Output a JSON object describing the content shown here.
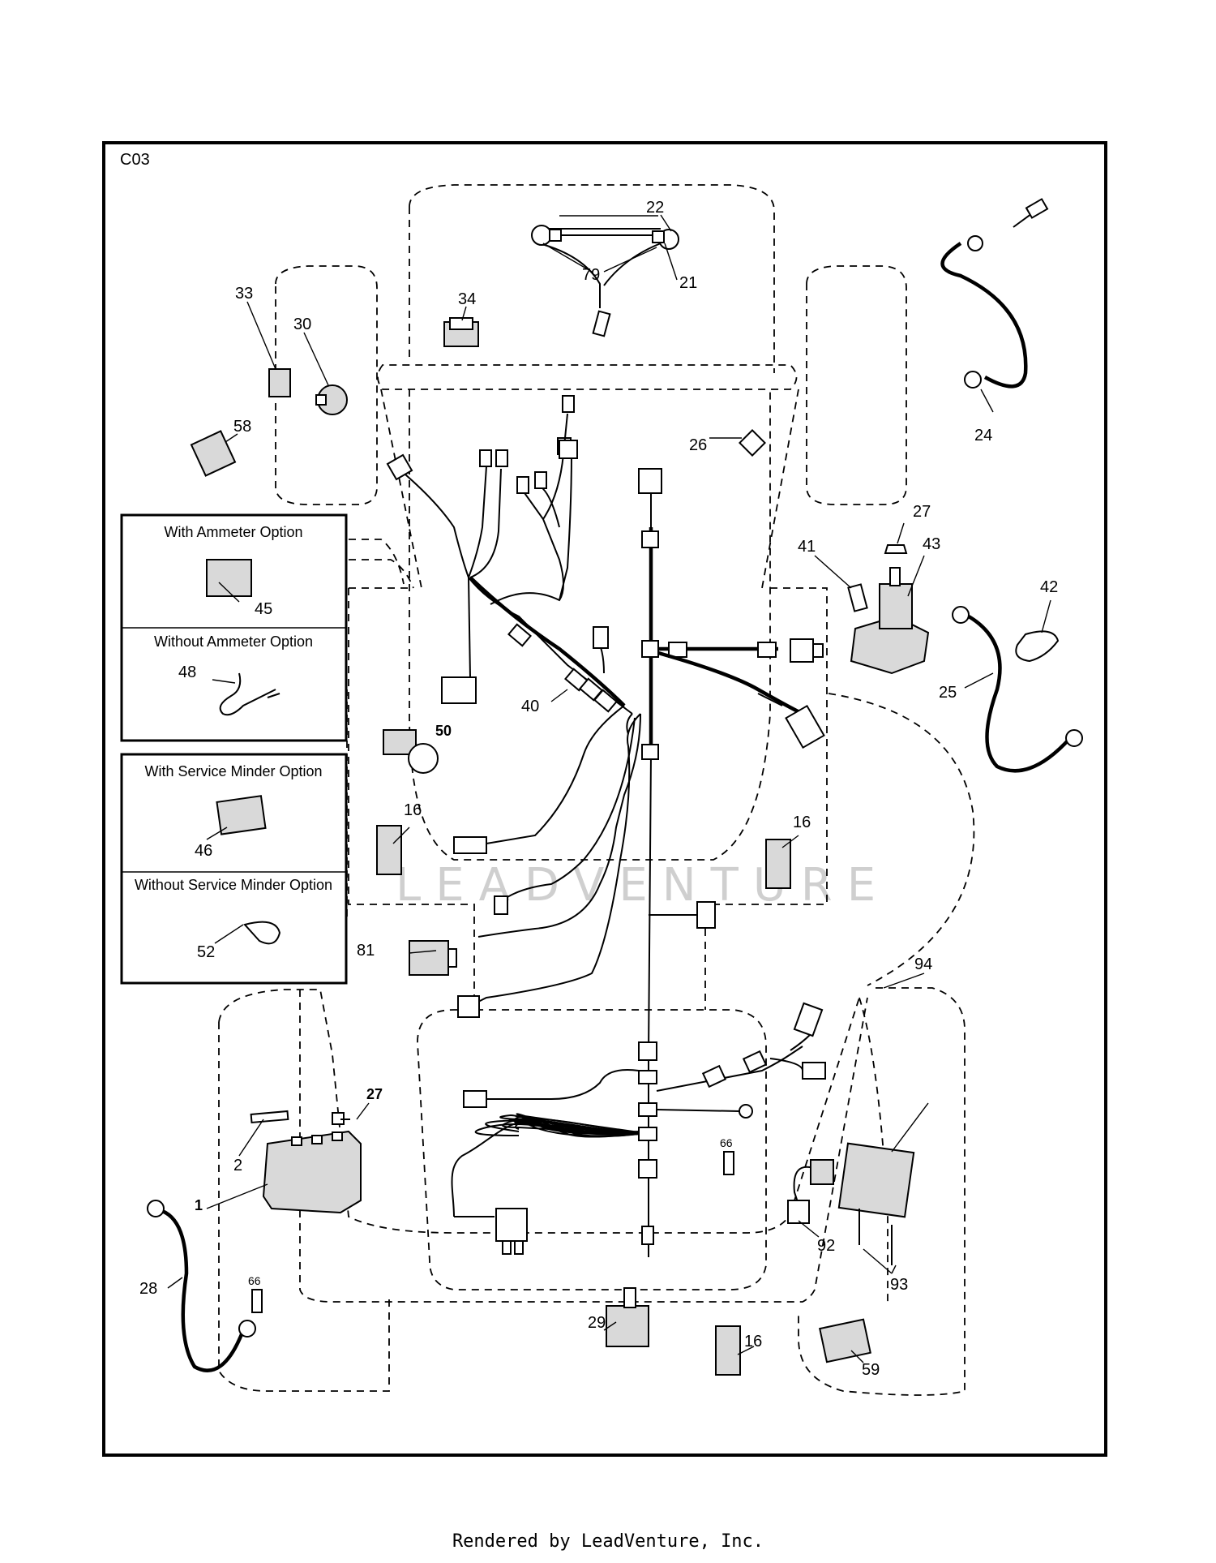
{
  "diagram": {
    "page_code": "C03",
    "watermark": "LEADVENTURE",
    "part_labels": [
      "1",
      "2",
      "16",
      "16",
      "16",
      "21",
      "22",
      "24",
      "25",
      "26",
      "27",
      "27",
      "28",
      "29",
      "30",
      "33",
      "34",
      "40",
      "41",
      "42",
      "43",
      "45",
      "46",
      "48",
      "50",
      "52",
      "58",
      "59",
      "66",
      "66",
      "79",
      "81",
      "92",
      "93",
      "94"
    ],
    "options": {
      "ammeter_with": "With Ammeter Option",
      "ammeter_without": "Without Ammeter Option",
      "service_with": "With Service Minder Option",
      "service_without": "Without Service Minder Option"
    }
  },
  "footer": {
    "text": "Rendered by LeadVenture, Inc."
  }
}
